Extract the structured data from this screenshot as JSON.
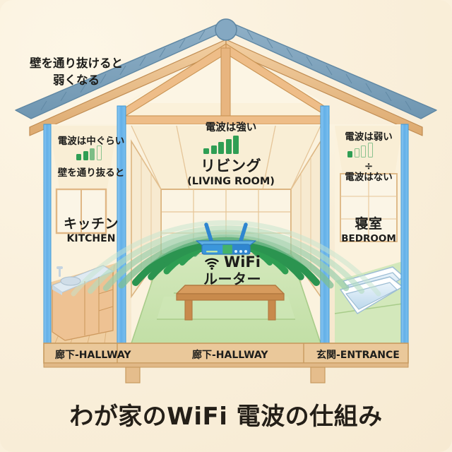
{
  "title": "わが家のWiFi 電波の仕組み",
  "colors": {
    "background": "#faf0dc",
    "wall_blue": "#6ab4e8",
    "roof_tile": "#7da3bd",
    "wood": "#e2b07a",
    "tatami": "#c8e2b0",
    "signal_green": "#2f9e54",
    "wave_green": "#2e9e52",
    "wave_green_light": "#8fc9a2",
    "router_blue": "#2f86d0",
    "floor_band": "#eac89a",
    "text": "#1d1d1b"
  },
  "annotations": {
    "wall_note": "壁を通り抜けると\n弱くなる"
  },
  "rooms": [
    {
      "id": "kitchen",
      "name_jp": "キッチン",
      "name_en": "KITCHEN",
      "signal_label": "電波は中ぐらい",
      "signal_note": "壁を通り抜ると",
      "signal_filled": 3,
      "signal_total": 4,
      "signal_strength": "medium"
    },
    {
      "id": "living",
      "name_jp": "リビング",
      "name_en": "(LIVING ROOM)",
      "signal_label": "電波は強い",
      "signal_filled": 5,
      "signal_total": 5,
      "signal_strength": "strong"
    },
    {
      "id": "bedroom",
      "name_jp": "寝室",
      "name_en": "BEDROOM",
      "signal_label": "電波は弱い",
      "signal_divider": "÷",
      "signal_note": "電波はない",
      "signal_filled": 1,
      "signal_total": 4,
      "signal_strength": "weak"
    }
  ],
  "router": {
    "label_line1": "WiFi",
    "label_line2": "ルーター",
    "icon": "wifi-icon"
  },
  "floor_labels": [
    {
      "id": "hall-left",
      "text": "廊下-HALLWAY"
    },
    {
      "id": "hall-mid",
      "text": "廊下-HALLWAY"
    },
    {
      "id": "hall-right",
      "text": "玄関-ENTRANCE"
    }
  ]
}
